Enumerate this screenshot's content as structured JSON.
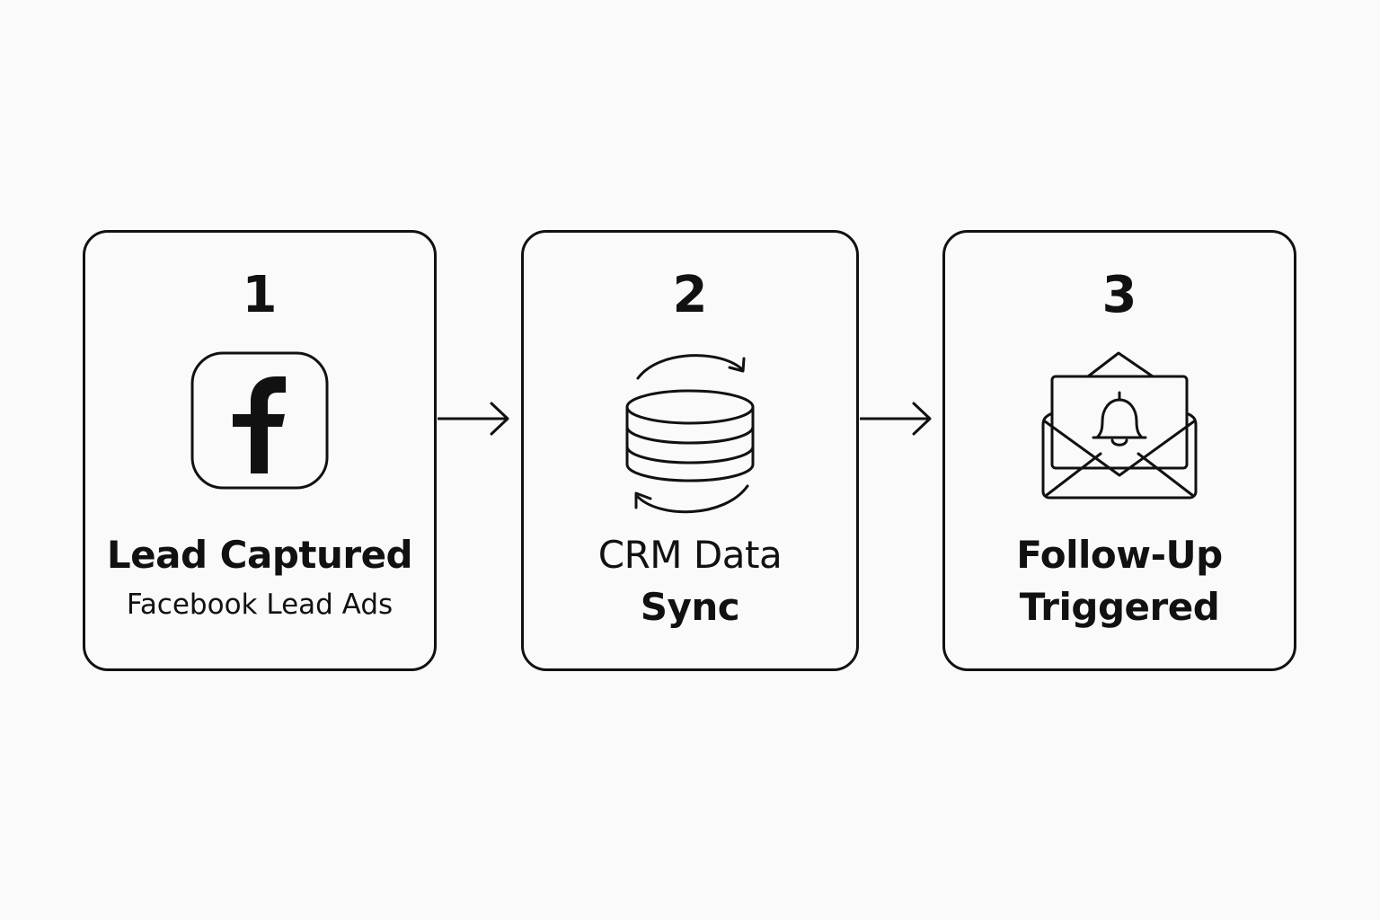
{
  "diagram": {
    "steps": [
      {
        "number": "1",
        "title": "Lead Captured",
        "subtitle": "Facebook Lead Ads",
        "icon": "facebook-icon"
      },
      {
        "number": "2",
        "title_line1": "CRM Data",
        "title_line2": "Sync",
        "icon": "database-sync-icon"
      },
      {
        "number": "3",
        "title_line1": "Follow-Up",
        "title_line2": "Triggered",
        "icon": "envelope-bell-icon"
      }
    ],
    "connectors": [
      "arrow-right-icon",
      "arrow-right-icon"
    ],
    "colors": {
      "stroke": "#111111",
      "background": "#fafafa"
    }
  }
}
